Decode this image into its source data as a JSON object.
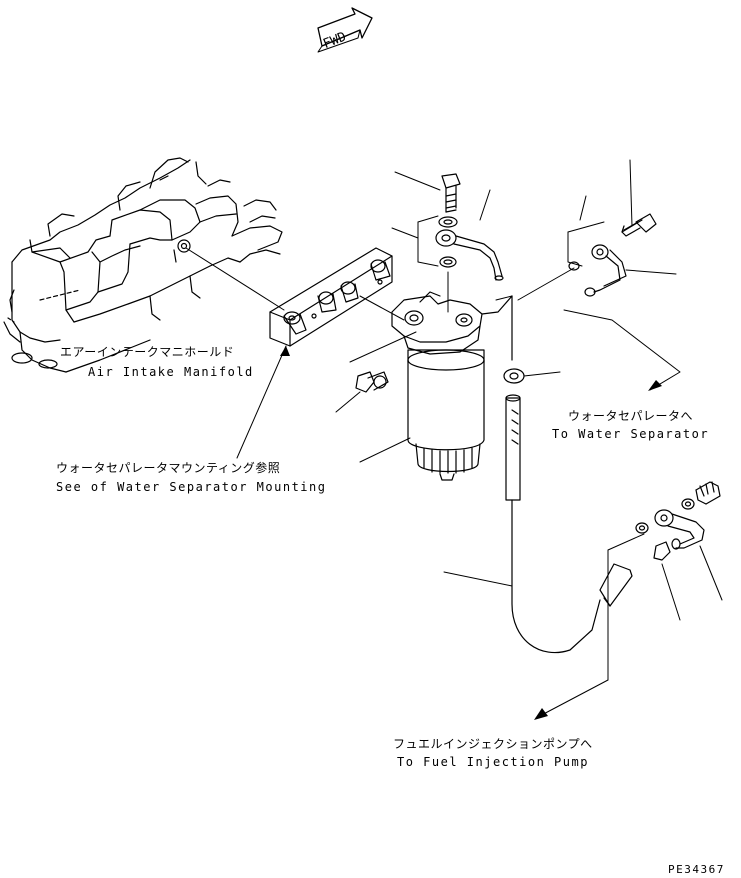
{
  "fwd_label": "FWD",
  "labels": {
    "air_intake_jp": "エアーインテークマニホールド",
    "air_intake_en": "Air Intake Manifold",
    "water_sep_top_jp": "ウォータセパレータへ",
    "water_sep_top_en": "To Water Separator",
    "mounting_jp": "ウォータセパレータマウンティング参照",
    "mounting_en": "See of Water Separator Mounting",
    "fuel_pump_jp": "フュエルインジェクションポンプへ",
    "fuel_pump_en": "To Fuel Injection Pump"
  },
  "drawing_code": "PE34367"
}
